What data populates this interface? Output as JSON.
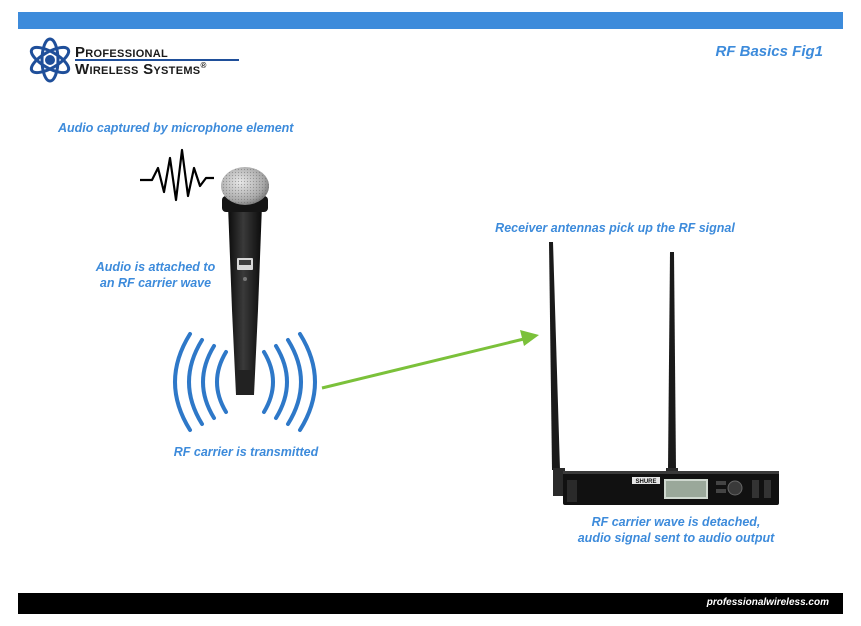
{
  "colors": {
    "top_bar": "#3d8bdb",
    "bottom_bar": "#000000",
    "label_blue": "#3d8bdb",
    "wave_blue": "#2e78c8",
    "arrow_green": "#7bc13a",
    "logo_navy": "#1f4f9a"
  },
  "logo": {
    "line1": "Professional",
    "line2": "Wireless Systems",
    "reg": "®"
  },
  "fig_title": "RF Basics Fig1",
  "labels": {
    "audio_captured": "Audio captured by microphone element",
    "audio_attached_1": "Audio is attached to",
    "audio_attached_2": "an RF carrier wave",
    "rf_transmitted": "RF carrier is transmitted",
    "receiver_antennas": "Receiver antennas pick up the RF signal",
    "detached_1": "RF carrier wave is detached,",
    "detached_2": "audio signal sent to audio output"
  },
  "icons": {
    "audio_wave": "audio-waveform-icon",
    "microphone": "handheld-microphone",
    "rf_waves": "rf-waves-icon",
    "signal_arrow": "arrow-icon",
    "receiver": "wireless-receiver"
  },
  "receiver": {
    "brand": "SHURE"
  },
  "footer": {
    "url": "professionalwireless.com"
  }
}
